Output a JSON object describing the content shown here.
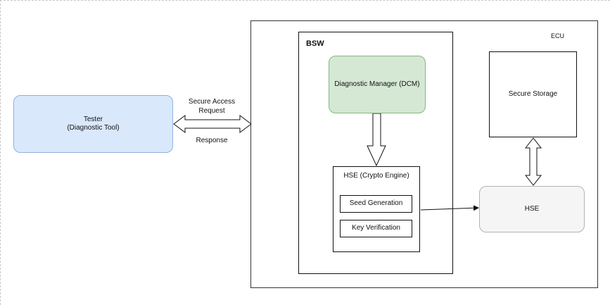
{
  "nodes": {
    "tester": "Tester\n(Diagnostic Tool)",
    "ecu": "ECU",
    "bsw": "BSW",
    "dcm": "Diagnostic Manager (DCM)",
    "hse_crypto_engine": "HSE (Crypto Engine)",
    "seed_generation": "Seed Generation",
    "key_verification": "Key Verification",
    "secure_storage": "Secure Storage",
    "hse": "HSE"
  },
  "edges": {
    "tester_ecu_request": "Secure Access\nRequest",
    "tester_ecu_response": "Response"
  },
  "colors": {
    "tester_fill": "#dae8fc",
    "dcm_fill": "#d5e8d4",
    "hse_fill": "#f5f5f5"
  }
}
